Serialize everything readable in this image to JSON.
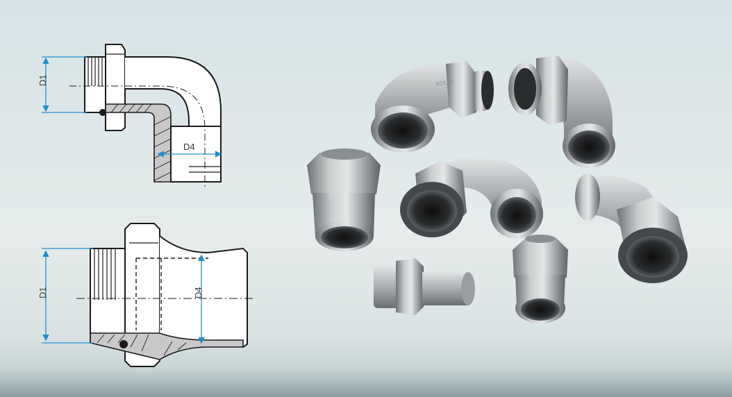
{
  "drawing_top": {
    "label_d1": "D1",
    "label_d4": "D4"
  },
  "drawing_bottom": {
    "label_d1": "D1",
    "label_d4": "D4"
  },
  "fittings_photo": {
    "stamp_text": "ROLLS"
  },
  "colors": {
    "dimension_line": "#1f8fd0",
    "outline": "#1a1a1a",
    "metal_light": "#d9dbdc",
    "metal_dark": "#6f7375",
    "bore": "#1d1f21"
  }
}
